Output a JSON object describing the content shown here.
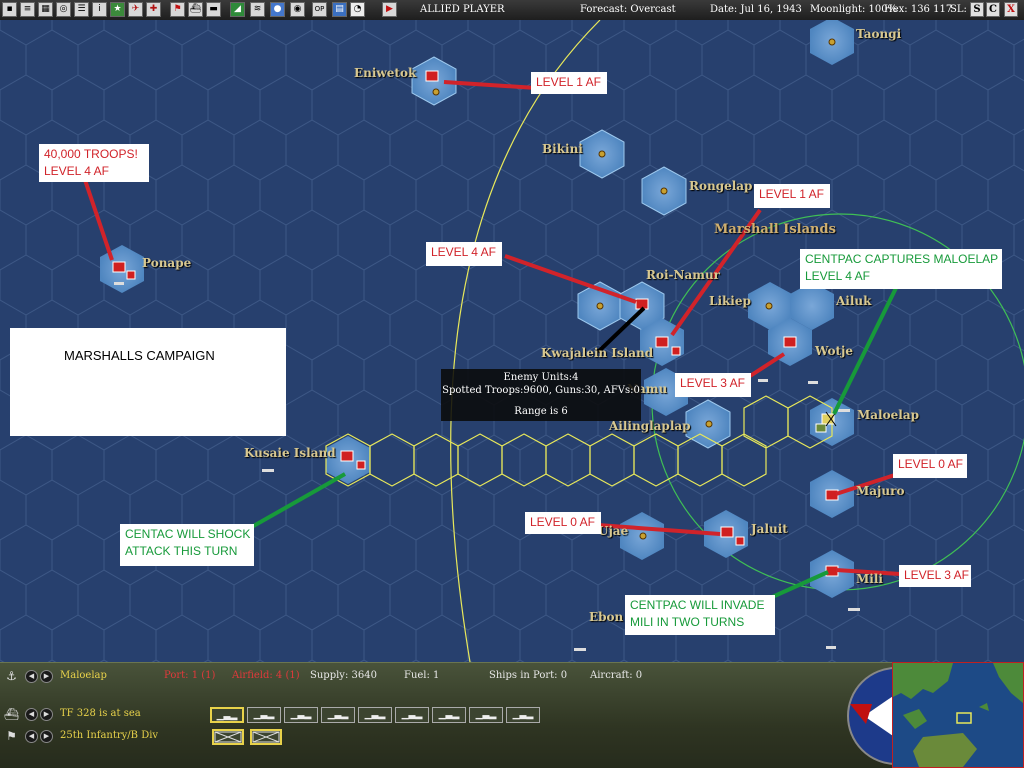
{
  "toolbar": {
    "player": "ALLIED PLAYER",
    "forecast": "Forecast: Overcast",
    "date": "Date: Jul 16, 1943",
    "moonlight": "Moonlight: 100%",
    "hex": "Hex: 136 117",
    "sl": "SL:",
    "corner_buttons": [
      "S",
      "C",
      "X"
    ]
  },
  "map": {
    "places": {
      "taongi": "Taongi",
      "eniwetok": "Eniwetok",
      "bikini": "Bikini",
      "rongelap": "Rongelap",
      "marshall_islands": "Marshall Islands",
      "ponape": "Ponape",
      "roi_namur": "Roi-Namur",
      "likiep": "Likiep",
      "ailuk": "Ailuk",
      "wotje": "Wotje",
      "kwajalein": "Kwajalein Island",
      "namu": "Namu",
      "ailinglaplap": "Ailinglaplap",
      "maloelap": "Maloelap",
      "kusaie": "Kusaie Island",
      "majuro": "Majuro",
      "jaluit": "Jaluit",
      "ujae": "Ujae",
      "mili": "Mili",
      "ebon": "Ebon"
    },
    "callouts": {
      "eniwetok": "LEVEL 1 AF",
      "ponape": [
        "40,000 TROOPS!",
        "LEVEL 4 AF"
      ],
      "rongelap": "LEVEL 1 AF",
      "roi_namur": "LEVEL 4 AF",
      "maloelap": [
        "CENTPAC CAPTURES MALOELAP",
        "LEVEL 4 AF"
      ],
      "wotje": "LEVEL 3 AF",
      "majuro": "LEVEL 0 AF",
      "jaluit": "LEVEL 0 AF",
      "kusaie": [
        "CENTAC WILL SHOCK",
        "ATTACK THIS TURN"
      ],
      "mili": "LEVEL 3 AF",
      "mili_invade": [
        "CENTPAC WILL INVADE",
        "MILI IN TWO TURNS"
      ]
    },
    "campaign_title": "MARSHALLS CAMPAIGN",
    "tooltip": {
      "line1": "Enemy Units:4",
      "line2": "Spotted Troops:9600, Guns:30, AFVs:0",
      "line3": "Range is 6"
    }
  },
  "panel": {
    "base": {
      "name": "Maloelap",
      "port": "Port: 1 (1)",
      "airfield": "Airfield: 4 (1)",
      "supply": "Supply: 3640",
      "fuel": "Fuel: 1",
      "ships_in_port": "Ships in Port: 0",
      "aircraft": "Aircraft: 0"
    },
    "task_force": "TF 328 is at sea",
    "unit": "25th Infantry/B Div"
  },
  "colors": {
    "ocean": "#27406e",
    "shallow": "#4f86c0",
    "callout_red": "#d1232a",
    "callout_green": "#179a3a",
    "range_yellow": "#e8e85a",
    "range_green": "#3fbf55"
  }
}
